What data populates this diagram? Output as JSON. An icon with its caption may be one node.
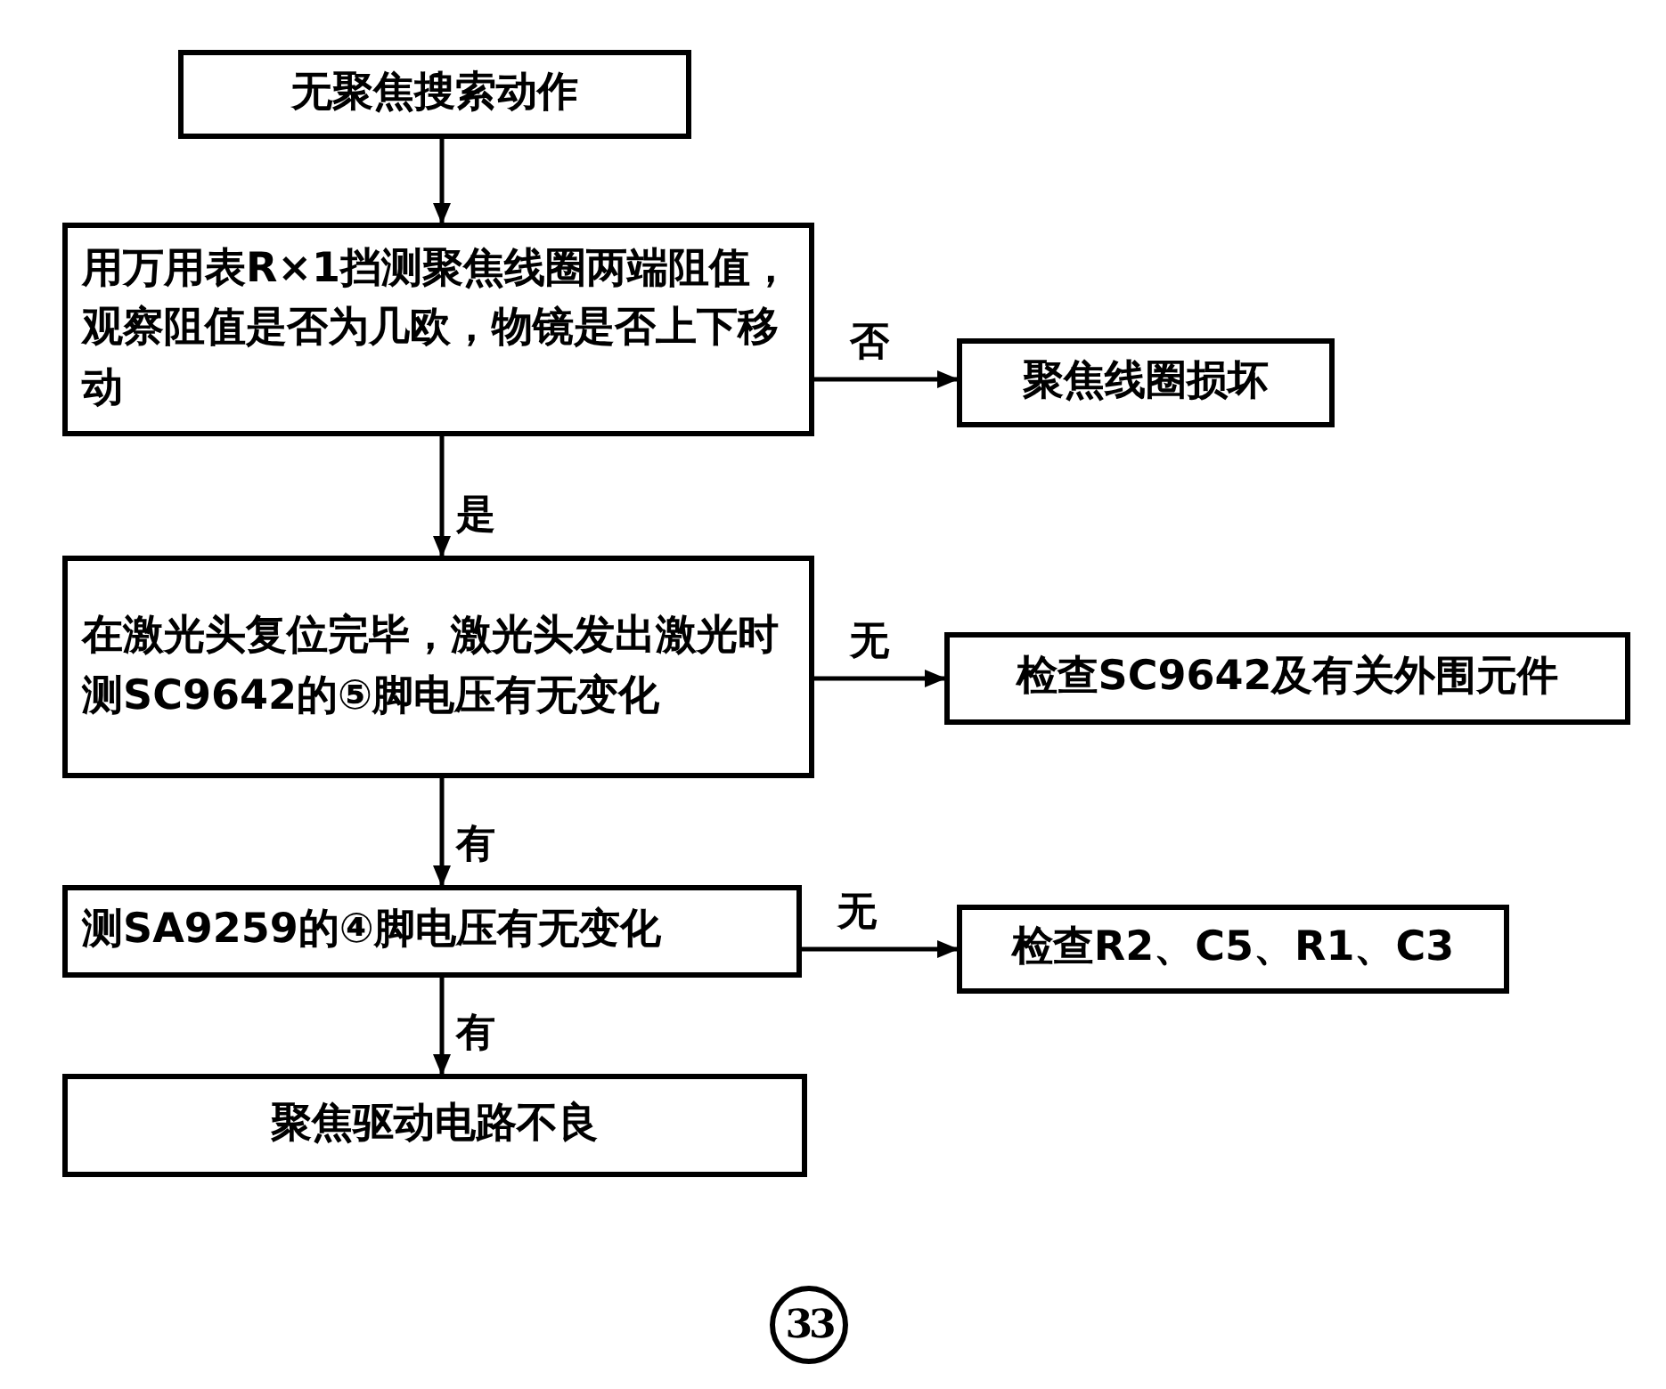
{
  "diagram": {
    "nodes": [
      {
        "text": [
          "无聚焦搜索动作"
        ]
      },
      {
        "text": [
          "用万用表R×1挡测聚焦线圈两端阻值，观察阻值是否为几欧，物镜是否上下移动"
        ]
      },
      {
        "text": [
          "聚焦线圈损坏"
        ]
      },
      {
        "text": [
          "在激光头复位完毕，激光头发出激光时测SC9642的⑤脚电压有无变化"
        ]
      },
      {
        "text": [
          "检查SC9642及有关外围元件"
        ]
      },
      {
        "text": [
          "测SA9259的④脚电压有无变化"
        ]
      },
      {
        "text": [
          "检查R2、C5、R1、C3"
        ]
      },
      {
        "text": [
          "聚焦驱动电路不良"
        ]
      }
    ],
    "edges": [
      {
        "from": 0,
        "to": 1,
        "arrow": "to"
      },
      {
        "from": 1,
        "to": 2,
        "arrow": "to",
        "label": "否"
      },
      {
        "from": 1,
        "to": 3,
        "arrow": "to",
        "label": "是"
      },
      {
        "from": 3,
        "to": 4,
        "arrow": "to",
        "label": "无"
      },
      {
        "from": 3,
        "to": 5,
        "arrow": "to",
        "label": "有"
      },
      {
        "from": 5,
        "to": 6,
        "arrow": "to",
        "label": "无"
      },
      {
        "from": 5,
        "to": 7,
        "arrow": "to",
        "label": "有"
      }
    ],
    "labels": [
      "33"
    ]
  }
}
